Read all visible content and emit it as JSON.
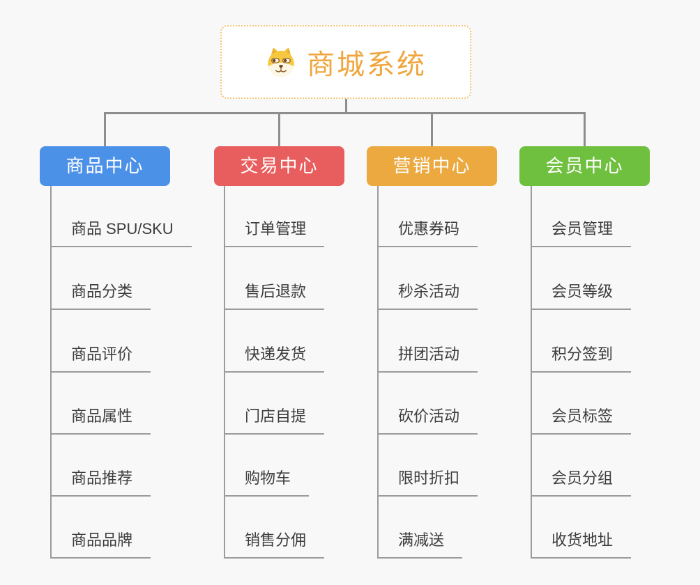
{
  "page": {
    "background": "#f8f8f8"
  },
  "root": {
    "title": "商城系统",
    "icon": "doge-icon",
    "text_color": "#f0a63e",
    "border_color": "#f3c579"
  },
  "connector_color": "#8e8e8e",
  "branches": [
    {
      "label": "商品中心",
      "color": "#4b91e8",
      "children": [
        "商品 SPU/SKU",
        "商品分类",
        "商品评价",
        "商品属性",
        "商品推荐",
        "商品品牌"
      ]
    },
    {
      "label": "交易中心",
      "color": "#e85d5d",
      "children": [
        "订单管理",
        "售后退款",
        "快递发货",
        "门店自提",
        "购物车",
        "销售分佣"
      ]
    },
    {
      "label": "营销中心",
      "color": "#eba93f",
      "children": [
        "优惠券码",
        "秒杀活动",
        "拼团活动",
        "砍价活动",
        "限时折扣",
        "满减送"
      ]
    },
    {
      "label": "会员中心",
      "color": "#70c040",
      "children": [
        "会员管理",
        "会员等级",
        "积分签到",
        "会员标签",
        "会员分组",
        "收货地址"
      ]
    }
  ]
}
